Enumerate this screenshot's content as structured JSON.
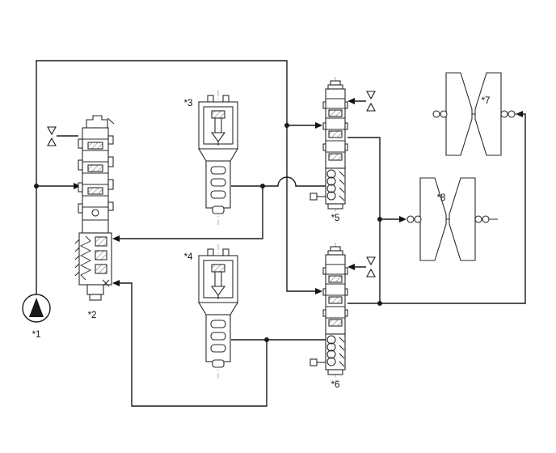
{
  "diagram": {
    "labels": {
      "pump": "*1",
      "valve_body": "*2",
      "solenoid_valve_1": "*3",
      "solenoid_valve_2": "*4",
      "control_valve_1": "*5",
      "control_valve_2": "*6",
      "pulley_1": "*7",
      "pulley_2": "*8"
    },
    "colors": {
      "line": "#1a1a1a",
      "background": "#ffffff"
    }
  }
}
